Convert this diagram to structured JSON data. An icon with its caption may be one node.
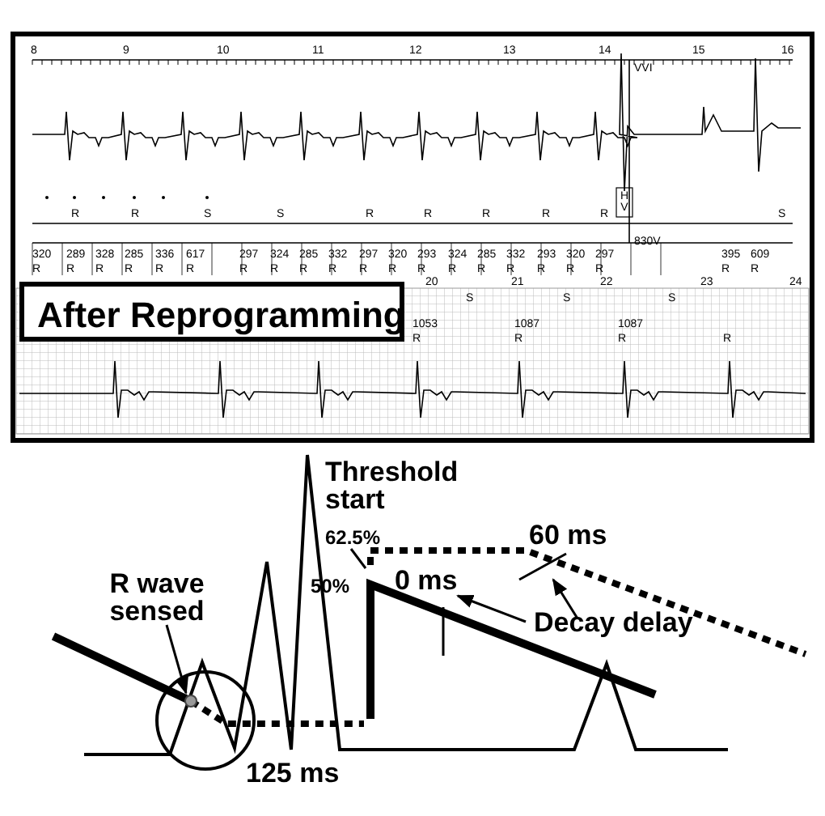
{
  "diagram": {
    "nodes": [
      {
        "text": [
          "After Reprogramming"
        ]
      },
      {
        "text": [
          "R wave sensed"
        ]
      },
      {
        "text": [],
        "shape": "circle"
      },
      {
        "text": [
          "62.5%"
        ]
      },
      {
        "text": [
          "Decay delay"
        ]
      },
      {
        "text": [
          "0 ms"
        ]
      }
    ],
    "edges": [
      {
        "from": 1,
        "to": 2,
        "arrow": "to"
      },
      {
        "from": 3,
        "to": null,
        "arrow": "none"
      },
      {
        "from": 4,
        "to": 5,
        "arrow": "to"
      },
      {
        "from": 4,
        "to": null,
        "arrow": "to"
      }
    ],
    "labels": [
      "8",
      "9",
      "10",
      "11",
      "12",
      "13",
      "14",
      "15",
      "16",
      "VVI",
      "R",
      "R",
      "S",
      "S",
      "R",
      "R",
      "R",
      "R",
      "R",
      "S",
      "H V",
      "830V",
      "320",
      "289",
      "328",
      "285",
      "336",
      "617",
      "297",
      "324",
      "285",
      "332",
      "297",
      "320",
      "293",
      "324",
      "285",
      "332",
      "293",
      "320",
      "297",
      "395",
      "609",
      "R",
      "R",
      "R",
      "R",
      "R",
      "R",
      "R",
      "R",
      "R",
      "R",
      "R",
      "R",
      "R",
      "R",
      "R",
      "R",
      "R",
      "R",
      "R",
      "R",
      "R",
      "20",
      "21",
      "22",
      "23",
      "24",
      "S",
      "S",
      "S",
      "1053",
      "1087",
      "1087",
      "R",
      "R",
      "R",
      "R",
      "Threshold start",
      "50%",
      "60 ms",
      "125 ms"
    ]
  }
}
